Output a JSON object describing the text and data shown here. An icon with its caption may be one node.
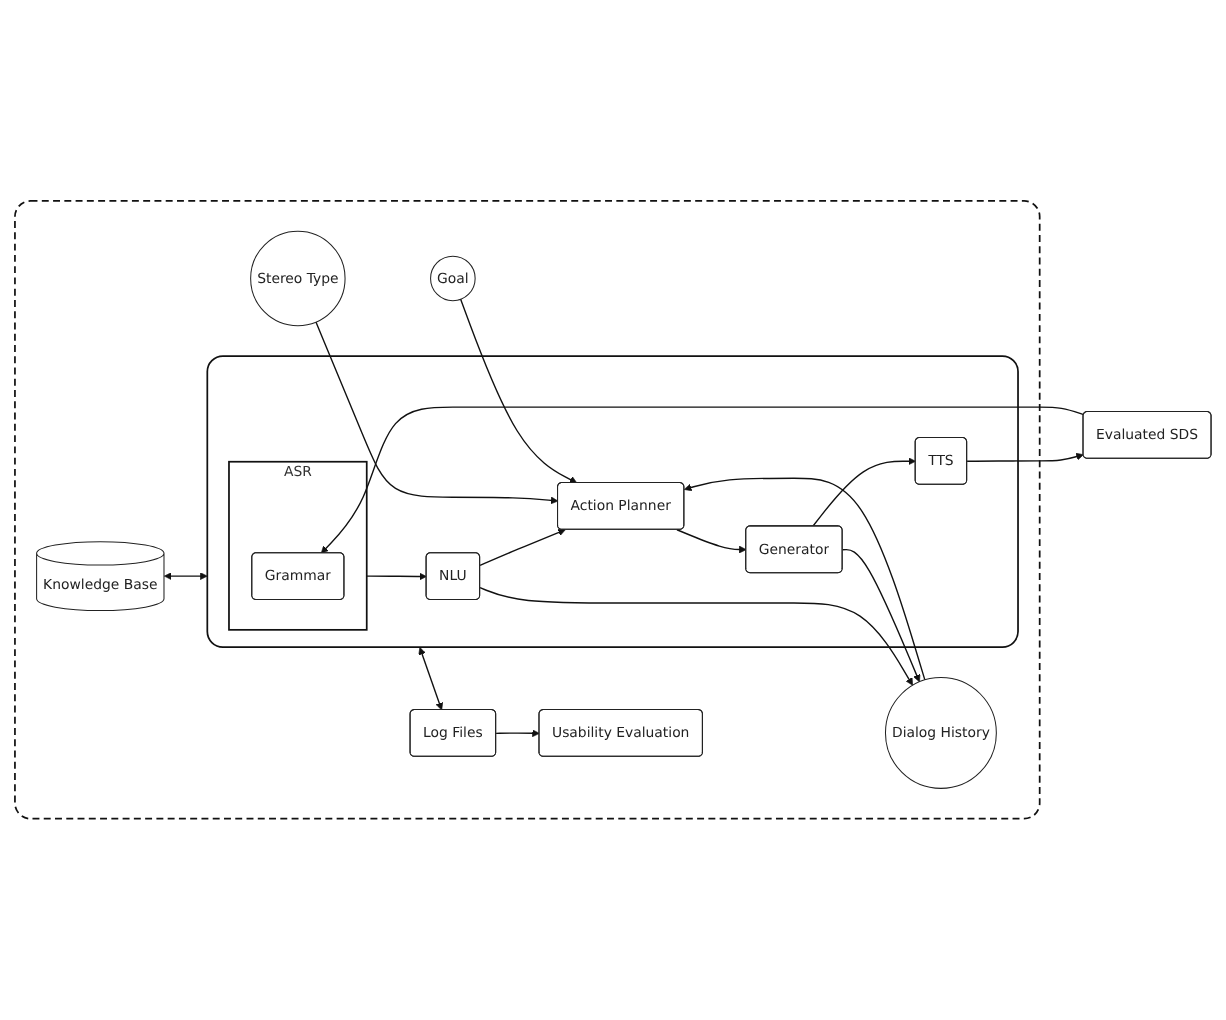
{
  "diagram": {
    "nodes": [
      {
        "text": [],
        "shape": "box"
      },
      {
        "text": [],
        "shape": "box",
        "in": 0
      },
      {
        "text": [
          "ASR"
        ],
        "in": 1
      },
      {
        "text": [
          "Grammar"
        ],
        "in": 2
      },
      {
        "text": [
          "NLU"
        ],
        "in": 1
      },
      {
        "text": [
          "Stereo Type"
        ],
        "in": 0
      },
      {
        "text": [
          "Knowledge Base"
        ],
        "in": 0
      },
      {
        "text": [
          "Action Planner"
        ],
        "in": 1
      },
      {
        "text": [
          "Dialog History"
        ],
        "in": 0
      },
      {
        "text": [
          "Goal"
        ],
        "in": 0
      },
      {
        "text": [
          "Generator"
        ],
        "in": 1
      },
      {
        "text": [
          "TTS"
        ],
        "in": 1
      },
      {
        "text": [
          "Evaluated SDS"
        ]
      },
      {
        "text": [
          "Usability Evaluation"
        ],
        "in": 0
      },
      {
        "text": [
          "Log Files"
        ],
        "in": 0
      }
    ],
    "edges": [
      {
        "from": 2,
        "to": 4,
        "arrow": "to"
      },
      {
        "from": 4,
        "to": 7,
        "arrow": "to"
      },
      {
        "from": 4,
        "to": 8,
        "arrow": "to"
      },
      {
        "from": 5,
        "to": 7,
        "arrow": "to"
      },
      {
        "from": 6,
        "to": 1,
        "arrow": "both"
      },
      {
        "from": 8,
        "to": 7,
        "arrow": "to"
      },
      {
        "from": 9,
        "to": 7,
        "arrow": "to"
      },
      {
        "from": 7,
        "to": 10,
        "arrow": "to"
      },
      {
        "from": 10,
        "to": 8,
        "arrow": "to"
      },
      {
        "from": 10,
        "to": 11,
        "arrow": "to"
      },
      {
        "from": 11,
        "to": 12,
        "arrow": "to"
      },
      {
        "from": 12,
        "to": 3,
        "arrow": "to"
      },
      {
        "from": 1,
        "to": 14,
        "arrow": "both"
      },
      {
        "from": 14,
        "to": 13,
        "arrow": "to"
      }
    ]
  }
}
